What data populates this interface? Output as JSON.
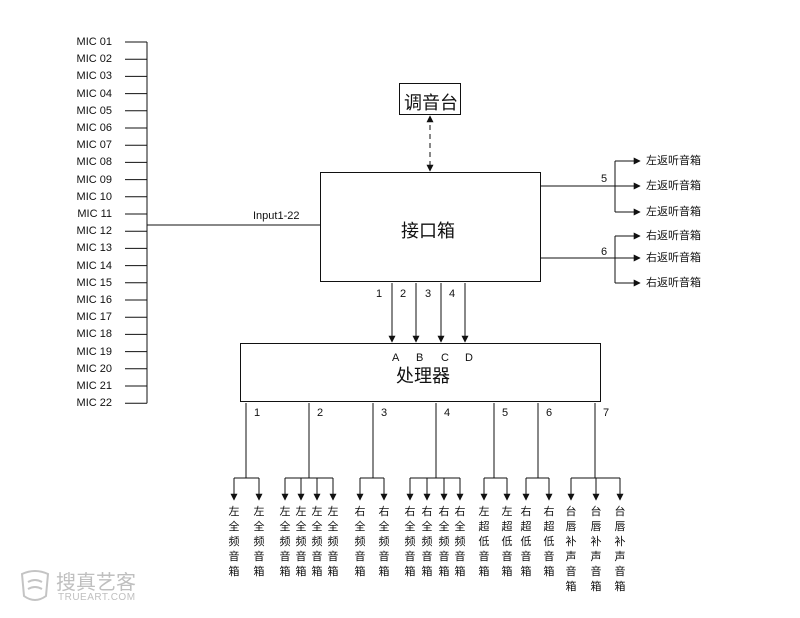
{
  "mics": [
    "MIC 01",
    "MIC 02",
    "MIC 03",
    "MIC 04",
    "MIC 05",
    "MIC 06",
    "MIC 07",
    "MIC 08",
    "MIC 09",
    "MIC 10",
    "MIC 11",
    "MIC 12",
    "MIC 13",
    "MIC 14",
    "MIC 15",
    "MIC 16",
    "MIC 17",
    "MIC 18",
    "MIC 19",
    "MIC 20",
    "MIC 21",
    "MIC 22"
  ],
  "input_label": "Input1-22",
  "console": "调音台",
  "interface_box": "接口箱",
  "processor": "处理器",
  "interface_outputs": [
    "1",
    "2",
    "3",
    "4"
  ],
  "processor_inputs": [
    "A",
    "B",
    "C",
    "D"
  ],
  "monitor_groups": [
    {
      "number": "5",
      "speakers": [
        "左返听音箱",
        "左返听音箱",
        "左返听音箱"
      ]
    },
    {
      "number": "6",
      "speakers": [
        "右返听音箱",
        "右返听音箱",
        "右返听音箱"
      ]
    }
  ],
  "processor_outputs": [
    "1",
    "2",
    "3",
    "4",
    "5",
    "6",
    "7"
  ],
  "speakers": [
    "左全频音箱",
    "左全频音箱",
    "左全频音箱",
    "左全频音箱",
    "左全频音箱",
    "左全频音箱",
    "右全频音箱",
    "右全频音箱",
    "右全频音箱",
    "右全频音箱",
    "右全频音箱",
    "右全频音箱",
    "左超低音箱",
    "左超低音箱",
    "右超低音箱",
    "右超低音箱",
    "台唇补声音箱",
    "台唇补声音箱",
    "台唇补声音箱"
  ],
  "watermark": {
    "title": "搜真艺客",
    "sub": "TRUEART.COM"
  }
}
